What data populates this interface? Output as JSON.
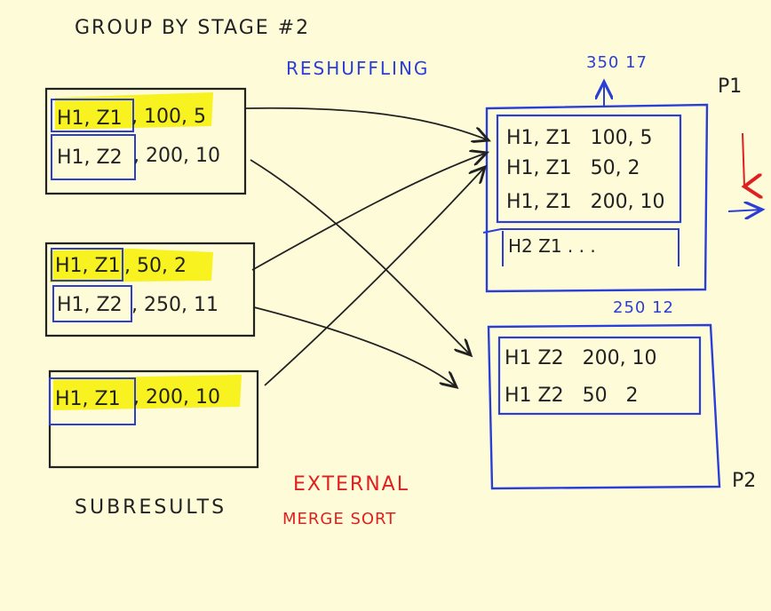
{
  "title": "GROUP BY STAGE #2",
  "reshuffling_label": "RESHUFFLING",
  "subresults_label": "SUBRESULTS",
  "external_label": "EXTERNAL",
  "merge_sort_label": "MERGE SORT",
  "left_boxes": [
    {
      "rows": [
        {
          "key": "H1, Z1",
          "rest": ", 100, 5"
        },
        {
          "key": "H1, Z2",
          "rest": ", 200, 10"
        }
      ]
    },
    {
      "rows": [
        {
          "key": "H1, Z1",
          "rest": ", 50, 2"
        },
        {
          "key": "H1, Z2",
          "rest": ", 250, 11"
        }
      ]
    },
    {
      "rows": [
        {
          "key": "H1, Z1",
          "rest": ", 200, 10"
        }
      ]
    }
  ],
  "p1": {
    "label": "P1",
    "top_totals": "350 17",
    "rows": [
      "H1, Z1   100, 5",
      "H1, Z1   50, 2",
      "H1, Z1   200, 10"
    ],
    "next_row": "H2 Z1 . . ."
  },
  "p2": {
    "label": "P2",
    "top_totals": "250 12",
    "rows": [
      "H1 Z2   200, 10",
      "H1 Z2   50   2"
    ]
  },
  "colors": {
    "ink": "#222222",
    "blue": "#2b3fd6",
    "red": "#e02020",
    "highlight": "#f6f000",
    "paper": "#fdfbd8"
  }
}
